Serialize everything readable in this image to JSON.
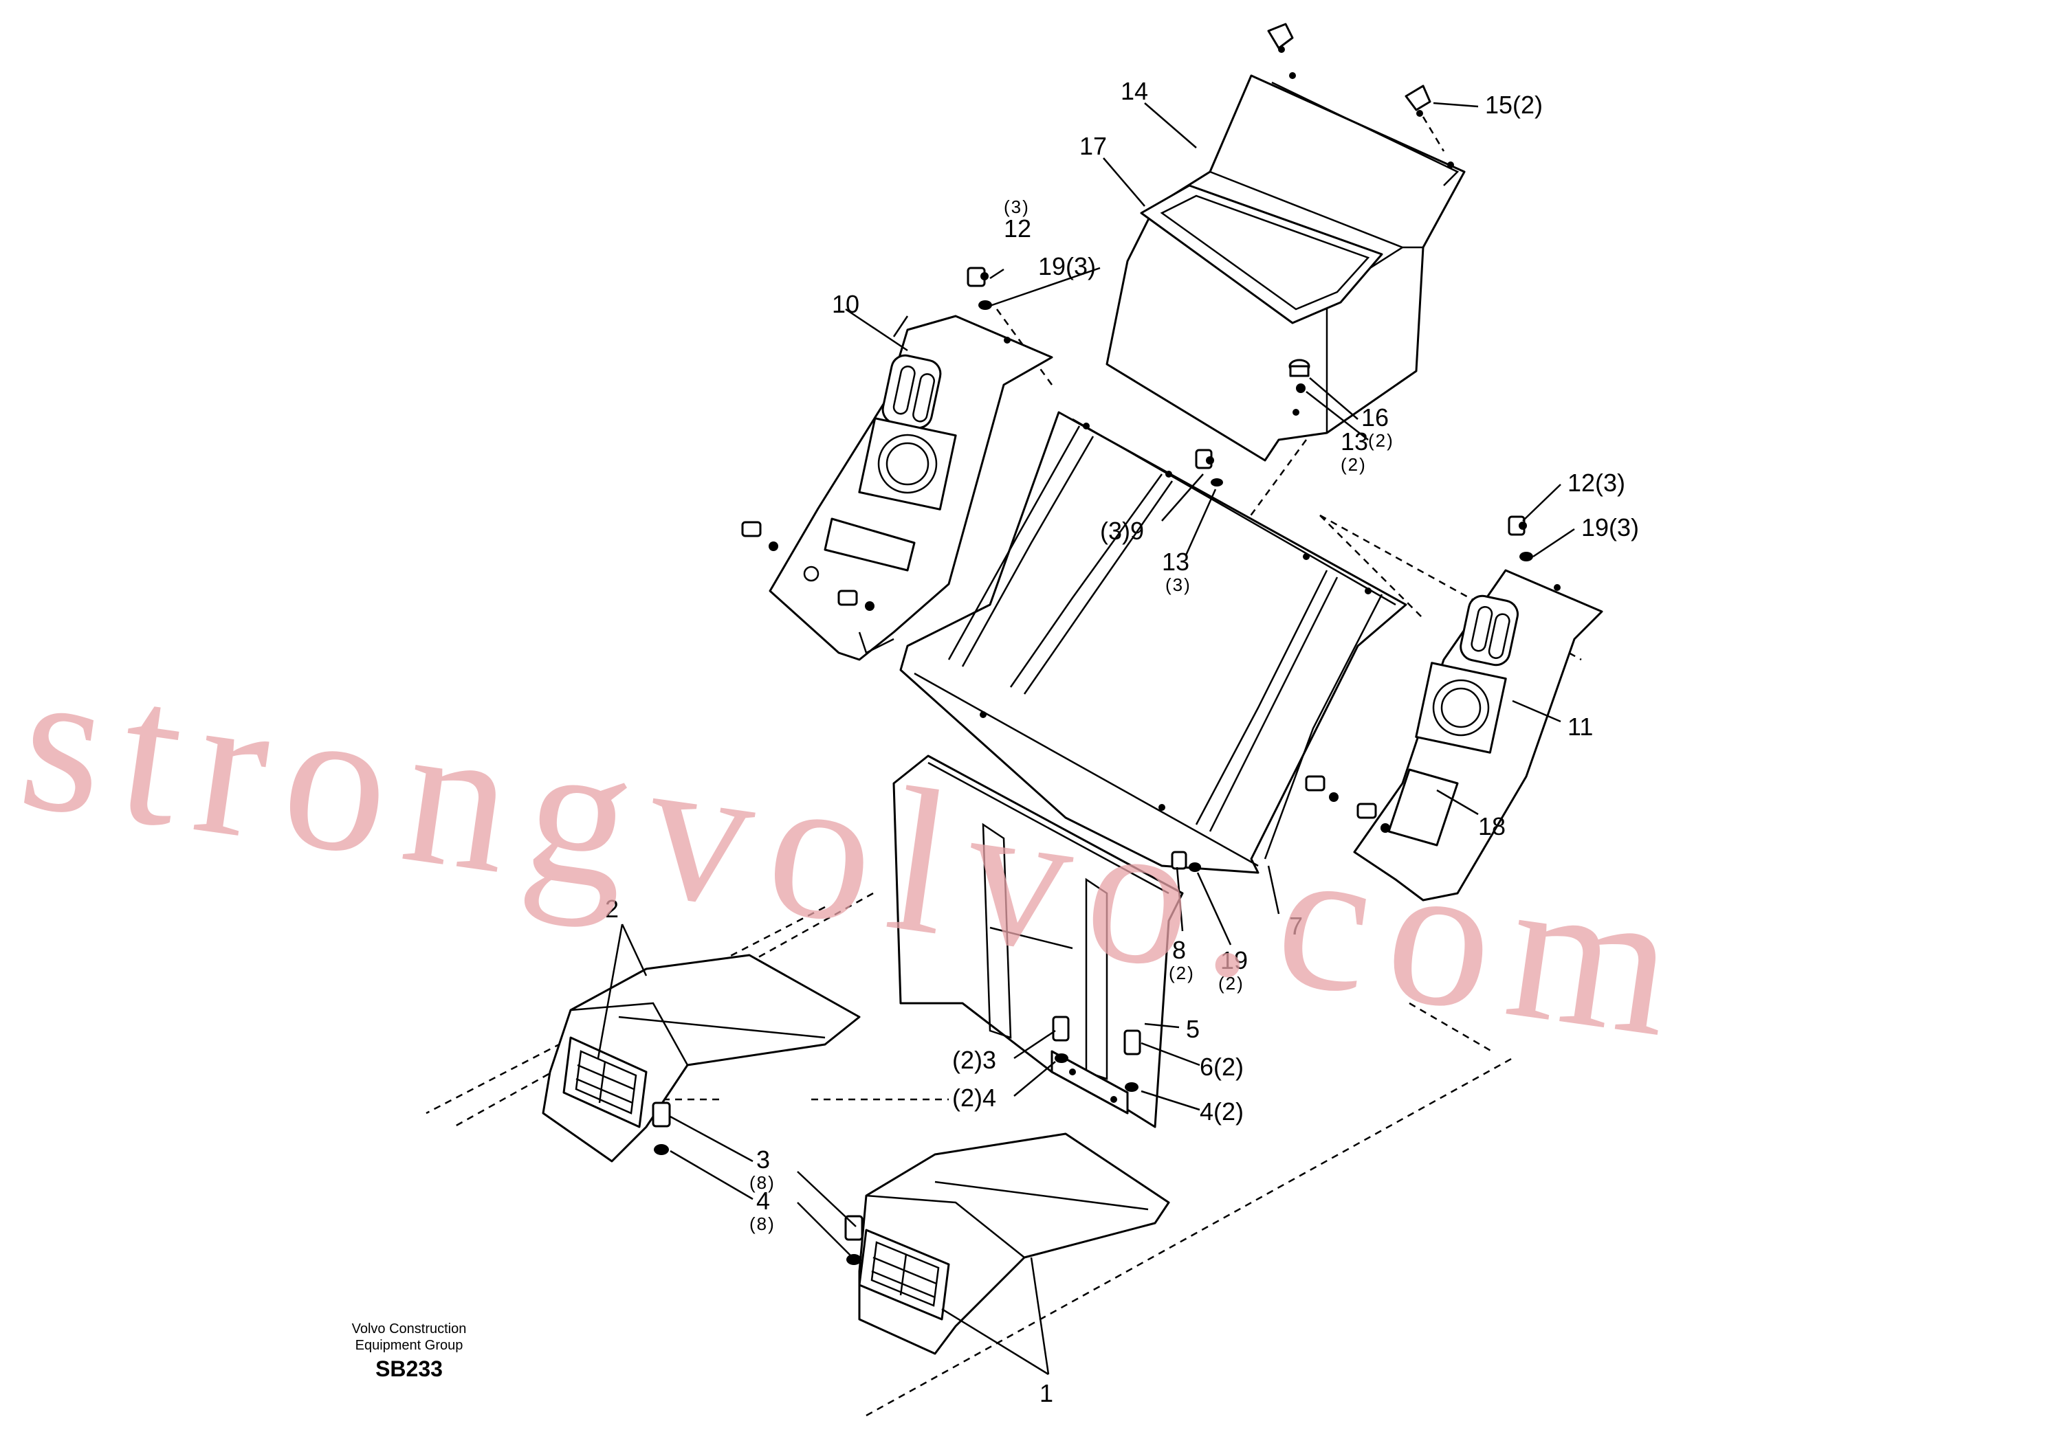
{
  "watermark": "strongvolvo.com",
  "caption": {
    "line1": "Volvo Construction",
    "line2": "Equipment Group",
    "code": "SB233"
  },
  "callouts": {
    "c1": "1",
    "c2": "2",
    "c3a": "3",
    "c3a_qty": "(8)",
    "c3b": "(2)3",
    "c4a": "4",
    "c4a_qty": "(8)",
    "c4b": "(2)4",
    "c4c": "4(2)",
    "c5": "5",
    "c6": "6(2)",
    "c7": "7",
    "c8": "8",
    "c8_qty": "(2)",
    "c9": "(3)9",
    "c10": "10",
    "c11": "11",
    "c12a_qty": "(3)",
    "c12a": "12",
    "c12b": "12(3)",
    "c13a": "13",
    "c13a_qty": "(2)",
    "c13b": "13",
    "c13b_qty": "(3)",
    "c14": "14",
    "c15": "15(2)",
    "c16": "16",
    "c16_qty": "(2)",
    "c17": "17",
    "c18": "18",
    "c19a": "19(3)",
    "c19b": "19(3)",
    "c19c": "19",
    "c19c_qty": "(2)"
  }
}
